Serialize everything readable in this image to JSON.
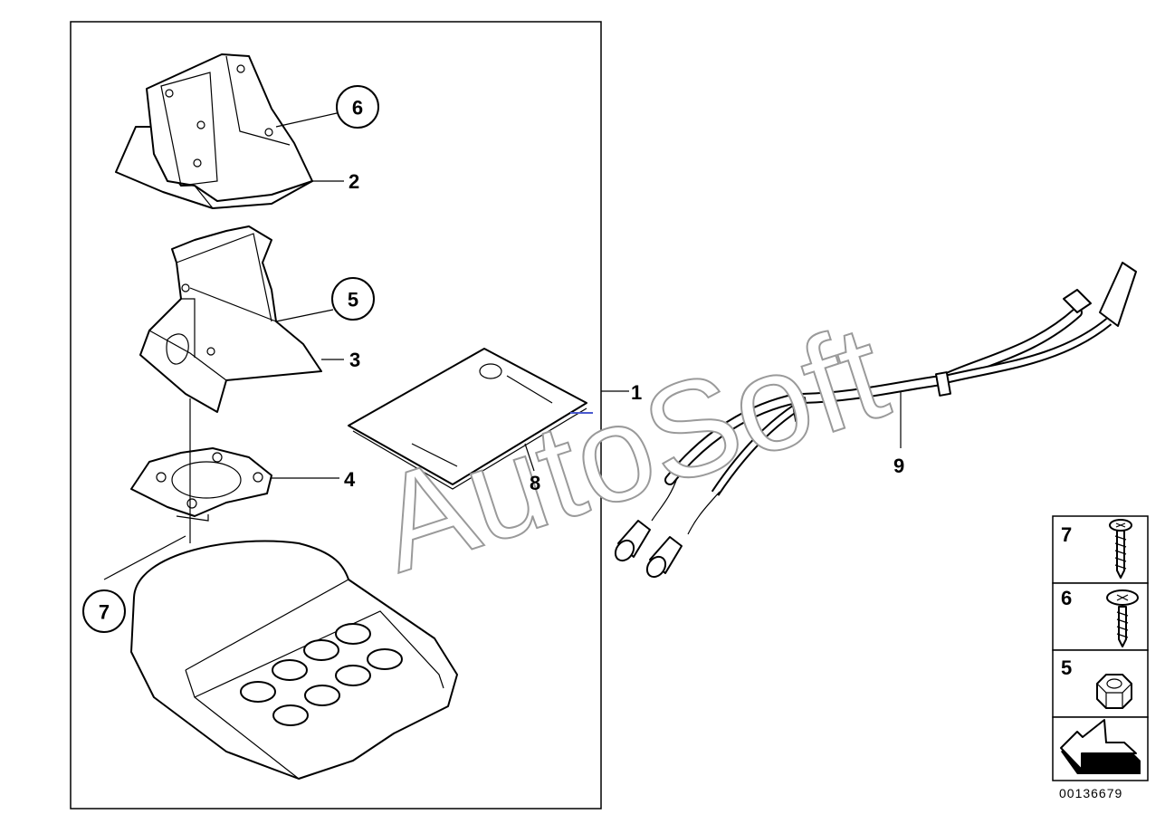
{
  "callouts": {
    "c1": "1",
    "c2": "2",
    "c3": "3",
    "c4": "4",
    "c5": "5",
    "c6": "6",
    "c7": "7",
    "c8": "8",
    "c9": "9"
  },
  "legend": {
    "items": [
      {
        "label": "7",
        "icon": "screw-icon"
      },
      {
        "label": "6",
        "icon": "flat-head-screw-icon"
      },
      {
        "label": "5",
        "icon": "hex-nut-icon"
      }
    ],
    "arrow_icon": "direction-arrow-icon"
  },
  "watermark": "AutoSoft",
  "document_id": "00136679"
}
